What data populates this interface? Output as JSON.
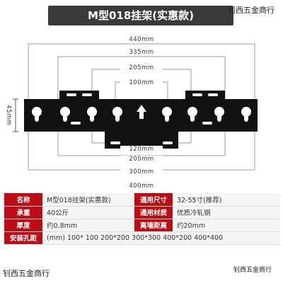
{
  "title": "M型018挂架(实惠款)",
  "store_name_top": "钊西五金商行",
  "store_name_bottom_left": "钊西五金商行",
  "store_name_bottom_right": "钊西五金商行",
  "dimensions": {
    "d440": "440mm",
    "d335": "335mm",
    "d205": "205mm",
    "d100": "100mm",
    "d45": "45mm",
    "d120": "120mm",
    "d200": "200mm",
    "d300": "300mm",
    "d400": "400mm"
  },
  "specs": {
    "row1": {
      "k1": "名称",
      "v1": "M型018挂架(实惠款)",
      "k2": "通用尺寸",
      "v2": "32-55寸(推荐)"
    },
    "row2": {
      "k1": "承重",
      "v1": "40公斤",
      "k2": "通用材质",
      "v2": "优质冷轧钢"
    },
    "row3": {
      "k1": "厚度",
      "v1": "约0.8mm",
      "k2": "离墙距离",
      "v2": "约20mm"
    },
    "row4": {
      "k1": "安装孔距",
      "v1": "(mm)  100* 100   200*200   300*300  400*200  400*400"
    }
  },
  "colors": {
    "accent": "#bf0c14",
    "header": "#3a3a3a",
    "bracket": "#111111"
  }
}
